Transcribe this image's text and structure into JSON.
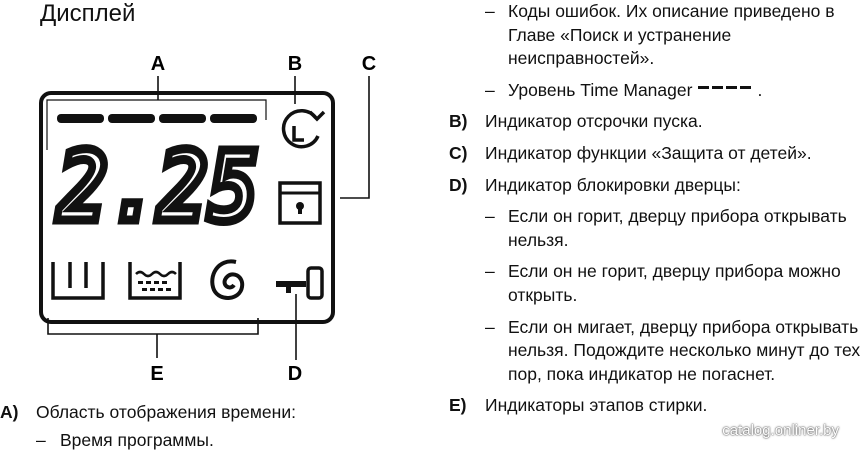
{
  "title": "Дисплей",
  "diagram": {
    "labels": [
      "A",
      "B",
      "C",
      "D",
      "E"
    ],
    "time": "2.25",
    "icons": [
      "time-dashes-icon",
      "delayed-start-clock-icon",
      "child-lock-icon",
      "door-key-icon",
      "wash-icon",
      "rinse-icon",
      "spin-icon"
    ]
  },
  "left_list": {
    "a_key": "A)",
    "a_text": "Область отображения времени:",
    "a_sub1": "Время программы."
  },
  "right_list": {
    "sub_errors": "Коды ошибок. Их описание приведено в Главе «Поиск и устранение неисправностей».",
    "sub_time_manager": "Уровень Time Manager",
    "b_key": "B)",
    "b_text": "Индикатор отсрочки пуска.",
    "c_key": "C)",
    "c_text": "Индикатор функции «Защита от детей».",
    "d_key": "D)",
    "d_text": "Индикатор блокировки дверцы:",
    "d_sub1": "Если он горит, дверцу прибора открывать нельзя.",
    "d_sub2": "Если он не горит, дверцу прибора можно открыть.",
    "d_sub3": "Если он мигает, дверцу прибора открывать нельзя. Подождите несколько минут до тех пор, пока индикатор не погаснет.",
    "e_key": "E)",
    "e_text": "Индикаторы этапов стирки."
  },
  "dash": "–",
  "watermark": "catalog.onliner.by"
}
